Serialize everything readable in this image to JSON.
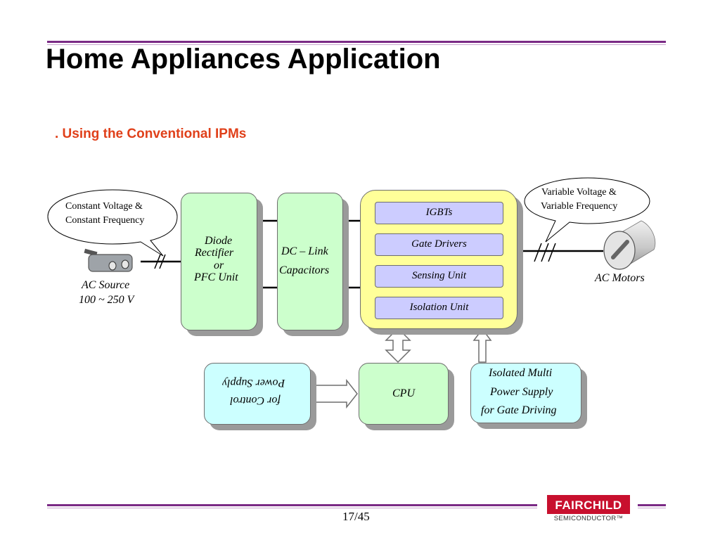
{
  "slide": {
    "title": "Home Appliances Application",
    "subtitle": ". Using the Conventional IPMs",
    "page_number": "17/45"
  },
  "diagram": {
    "callout_left": [
      "Constant Voltage &",
      "Constant Frequency"
    ],
    "callout_right": [
      "Variable Voltage &",
      "Variable Frequency"
    ],
    "ac_source": {
      "label": "AC Source",
      "range": "100 ~ 250 V"
    },
    "rectifier": [
      "Diode",
      "Rectifier",
      "or",
      "PFC Unit"
    ],
    "dc_link": [
      "DC – Link",
      "Capacitors"
    ],
    "ipm_blocks": [
      "IGBTs",
      "Gate Drivers",
      "Sensing Unit",
      "Isolation Unit"
    ],
    "ac_motors": "AC Motors",
    "power_supply_control": [
      "Power Supply",
      "for Control"
    ],
    "cpu": "CPU",
    "isolated_supply": [
      "Isolated Multi",
      "Power Supply",
      "for Gate Driving"
    ]
  },
  "logo": {
    "name": "FAIRCHILD",
    "sub": "SEMICONDUCTOR™"
  },
  "colors": {
    "accent": "#7a2a85",
    "subtitle": "#e0401a",
    "green_box": "#ccffcc",
    "cyan_box": "#ccffff",
    "ipm_box": "#ffff99",
    "inner_box": "#ccccff"
  }
}
